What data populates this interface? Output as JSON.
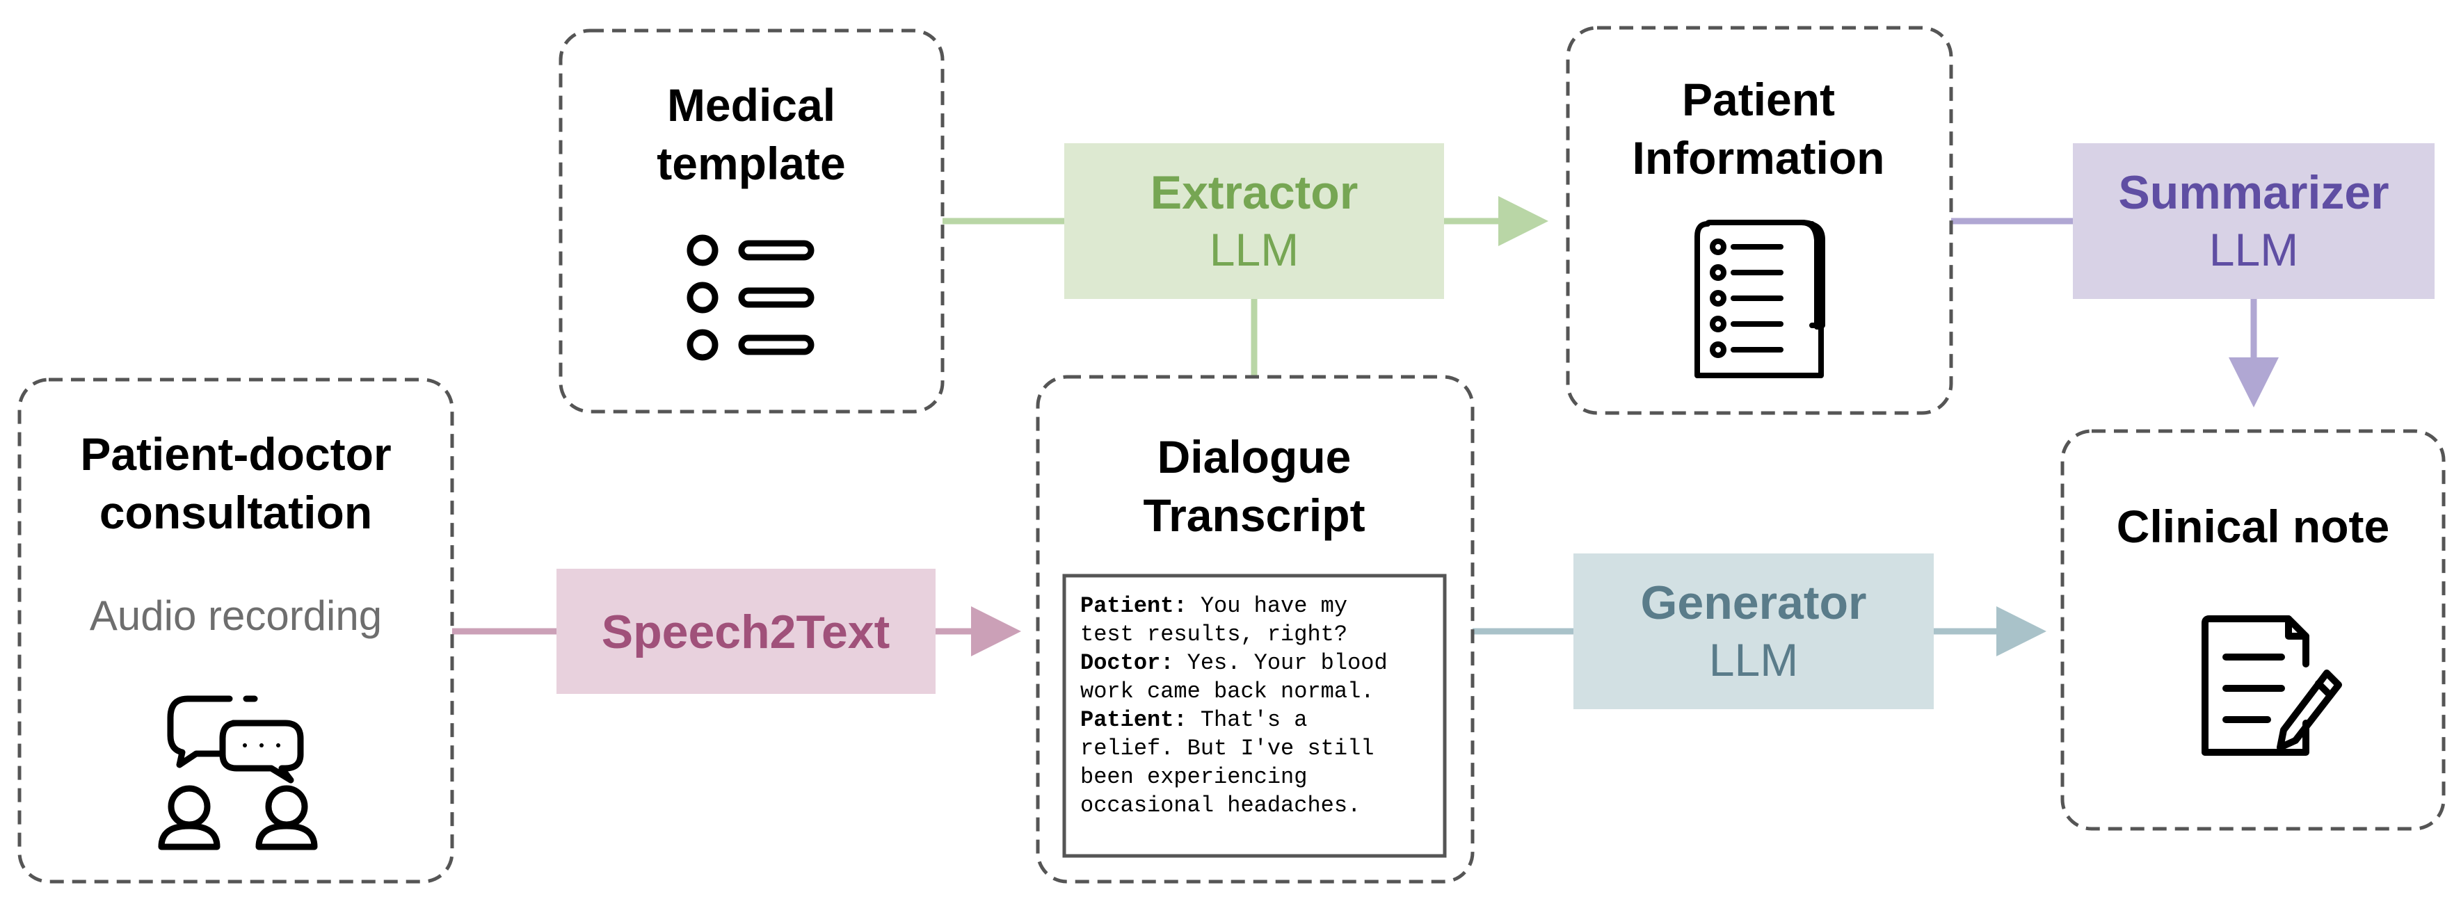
{
  "nodes": {
    "consultation": {
      "title_1": "Patient-doctor",
      "title_2": "consultation",
      "sub": "Audio recording",
      "icon": "chat-people-icon"
    },
    "template": {
      "title_1": "Medical",
      "title_2": "template",
      "icon": "list-icon"
    },
    "patient_info": {
      "title_1": "Patient",
      "title_2": "Information",
      "icon": "document-list-icon"
    },
    "transcript": {
      "title_1": "Dialogue",
      "title_2": "Transcript",
      "lines": [
        {
          "speaker": "Patient:",
          "text": " You have my"
        },
        {
          "speaker": "",
          "text": "test results, right?"
        },
        {
          "speaker": "Doctor:",
          "text": " Yes. Your blood"
        },
        {
          "speaker": "",
          "text": "work came back normal."
        },
        {
          "speaker": "Patient:",
          "text": " That's a"
        },
        {
          "speaker": "",
          "text": "relief. But I've still"
        },
        {
          "speaker": "",
          "text": "been experiencing"
        },
        {
          "speaker": "",
          "text": "occasional headaches."
        }
      ]
    },
    "clinical_note": {
      "title": "Clinical note",
      "icon": "note-pen-icon"
    }
  },
  "processors": {
    "speech2text": {
      "label": "Speech2Text",
      "color": "#a0517a",
      "fill": "#e8d1dd",
      "line": "#cba0b7"
    },
    "extractor": {
      "label_1": "Extractor",
      "label_2": "LLM",
      "color": "#76a653",
      "fill": "#dde9d1",
      "line": "#b9d6a6"
    },
    "summarizer": {
      "label_1": "Summarizer",
      "label_2": "LLM",
      "color": "#5f4ea3",
      "fill": "#d8d2e6",
      "line": "#b0a7d3"
    },
    "generator": {
      "label_1": "Generator",
      "label_2": "LLM",
      "color": "#5a7c8a",
      "fill": "#d2e0e3",
      "line": "#a9c2c9"
    }
  }
}
